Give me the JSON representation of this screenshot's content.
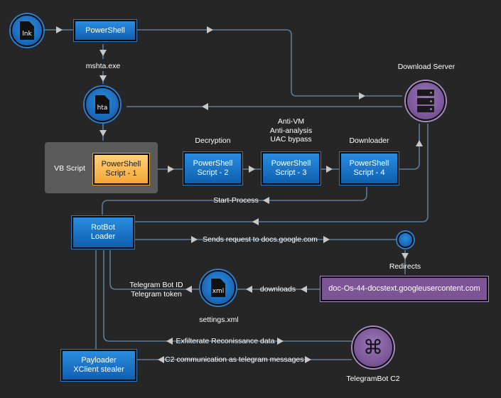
{
  "nodes": {
    "lnk": {
      "icon": "file-icon",
      "ext": "lnk"
    },
    "powershell_initial": {
      "label": "PowerShell"
    },
    "mshta": {
      "label": "mshta.exe"
    },
    "hta": {
      "icon": "file-icon",
      "ext": "hta"
    },
    "download_server": {
      "label": "Download Server",
      "icon": "server-icon"
    },
    "vb_script": {
      "label": "VB Script"
    },
    "script1": {
      "line1": "PowerShell",
      "line2": "Script - 1"
    },
    "script2": {
      "line1": "PowerShell",
      "line2": "Script - 2",
      "caption": "Decryption"
    },
    "script3": {
      "line1": "PowerShell",
      "line2": "Script - 3",
      "caption_lines": [
        "Anti-VM",
        "Anti-analysis",
        "UAC bypass"
      ]
    },
    "script4": {
      "line1": "PowerShell",
      "line2": "Script - 4",
      "caption": "Downloader"
    },
    "rotbot": {
      "line1": "RotBot",
      "line2": "Loader"
    },
    "redirect_node": {
      "icon": "circle-icon"
    },
    "google_content": {
      "label": "doc-Os-44-docstext.googleusercontent.com"
    },
    "settings": {
      "icon": "file-icon",
      "ext": "xml",
      "label": "settings.xml"
    },
    "payloader": {
      "line1": "Payloader",
      "line2": "XClient stealer"
    },
    "telegram": {
      "icon": "command-icon",
      "label": "TelegramBot C2"
    }
  },
  "edges": {
    "start_process": "Start-Process",
    "sends_request": "Sends request to docs.google.com",
    "redirects": "Redirects",
    "downloads": "downloads",
    "telegram_creds": [
      "Telegram Bot ID",
      "Telegram token"
    ],
    "exfiltrate": "Exfilterate Reconissance data",
    "c2": "C2 communication as telegram messages"
  },
  "colors": {
    "background": "#262626",
    "wire": "#5b7c98",
    "arrow": "#c8c8c8",
    "blue": "#1a72c9",
    "orange": "#f5b04a",
    "purple": "#7d5597"
  }
}
